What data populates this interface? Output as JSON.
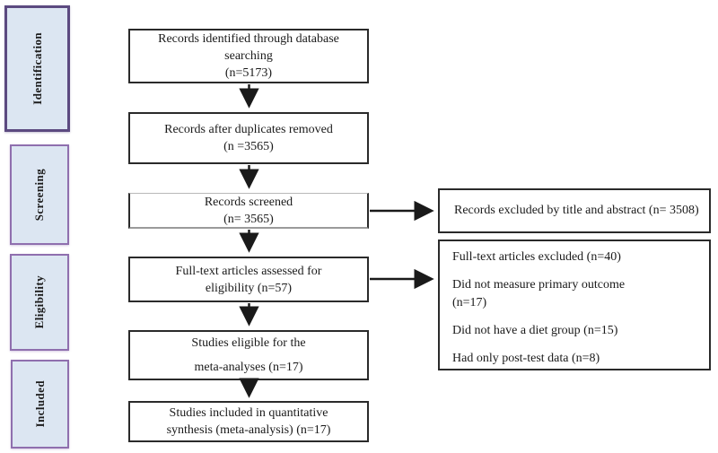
{
  "sidebar": {
    "stages": [
      {
        "label": "Identification"
      },
      {
        "label": "Screening"
      },
      {
        "label": "Eligibility"
      },
      {
        "label": "Included"
      }
    ]
  },
  "flow": {
    "boxes": [
      {
        "text": "Records identified through database\nsearching\n(n=5173)"
      },
      {
        "text": "Records after duplicates removed\n(n =3565)"
      },
      {
        "text": "Records screened\n(n= 3565)"
      },
      {
        "text": "Full-text articles assessed for\neligibility (n=57)"
      },
      {
        "text": "Studies eligible for the\nmeta-analyses (n=17)"
      },
      {
        "text": "Studies included in quantitative\nsynthesis (meta-analysis) (n=17)"
      }
    ]
  },
  "exclusions": {
    "title_abstract_box": {
      "text": "Records excluded by title and abstract (n= 3508)"
    },
    "full_text_box": {
      "items": [
        "Full-text articles excluded (n=40)",
        "Did not measure primary outcome\n(n=17)",
        "Did not have a diet group (n=15)",
        "Had only post-test data (n=8)"
      ]
    }
  },
  "colors": {
    "stage_fill": "#dce6f2",
    "stage_border_identification": "#5c4a80",
    "stage_border_default": "#8f6fae",
    "flow_box_border": "#2a2a2a",
    "arrow": "#1a1a1a",
    "text": "#1a1a1a",
    "background": "#ffffff"
  }
}
